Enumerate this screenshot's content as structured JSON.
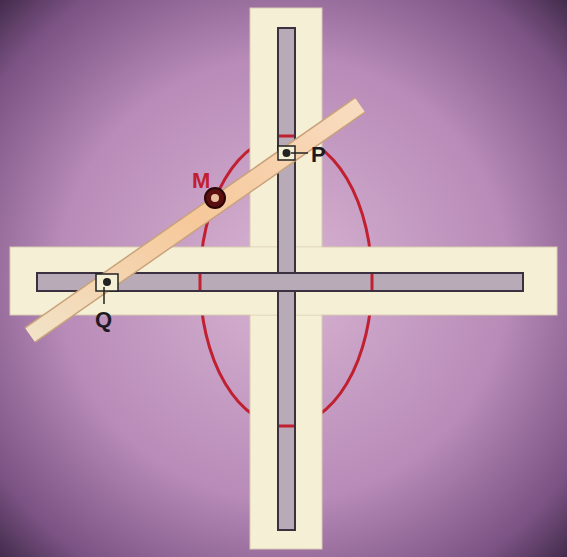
{
  "diagram": {
    "labels": [
      "M",
      "P",
      "Q"
    ]
  }
}
